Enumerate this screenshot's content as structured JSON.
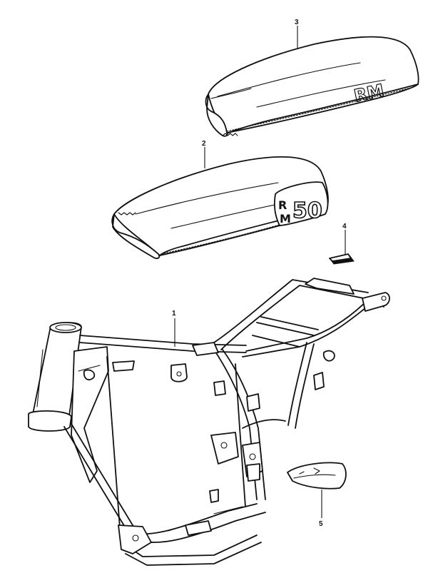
{
  "callouts": {
    "frame": "1",
    "seat_rm50": "2",
    "seat_rm": "3",
    "clip": "4",
    "bag": "5"
  },
  "seat_labels": {
    "seat_3_text": "RM",
    "seat_2_r": "R",
    "seat_2_m": "M",
    "seat_2_num": "50"
  }
}
